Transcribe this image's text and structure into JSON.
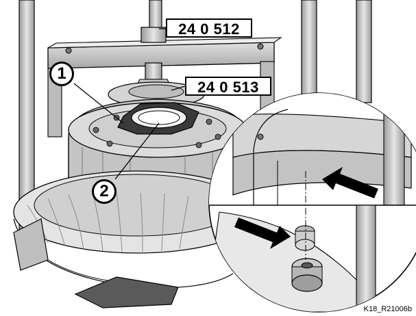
{
  "tools": {
    "tool_a": "24 0 512",
    "tool_b": "24 0 513"
  },
  "callouts": {
    "one": "1",
    "two": "2"
  },
  "figure_id": "K18_R21006b",
  "colors": {
    "line": "#000000",
    "metal_light": "#d9d9d9",
    "metal_mid": "#b8b8b8",
    "metal_dark": "#8c8c8c",
    "gasket": "#3a3a3a"
  },
  "icons": {
    "arrow_upper": "arrow-left-icon",
    "arrow_lower": "arrow-right-icon"
  }
}
